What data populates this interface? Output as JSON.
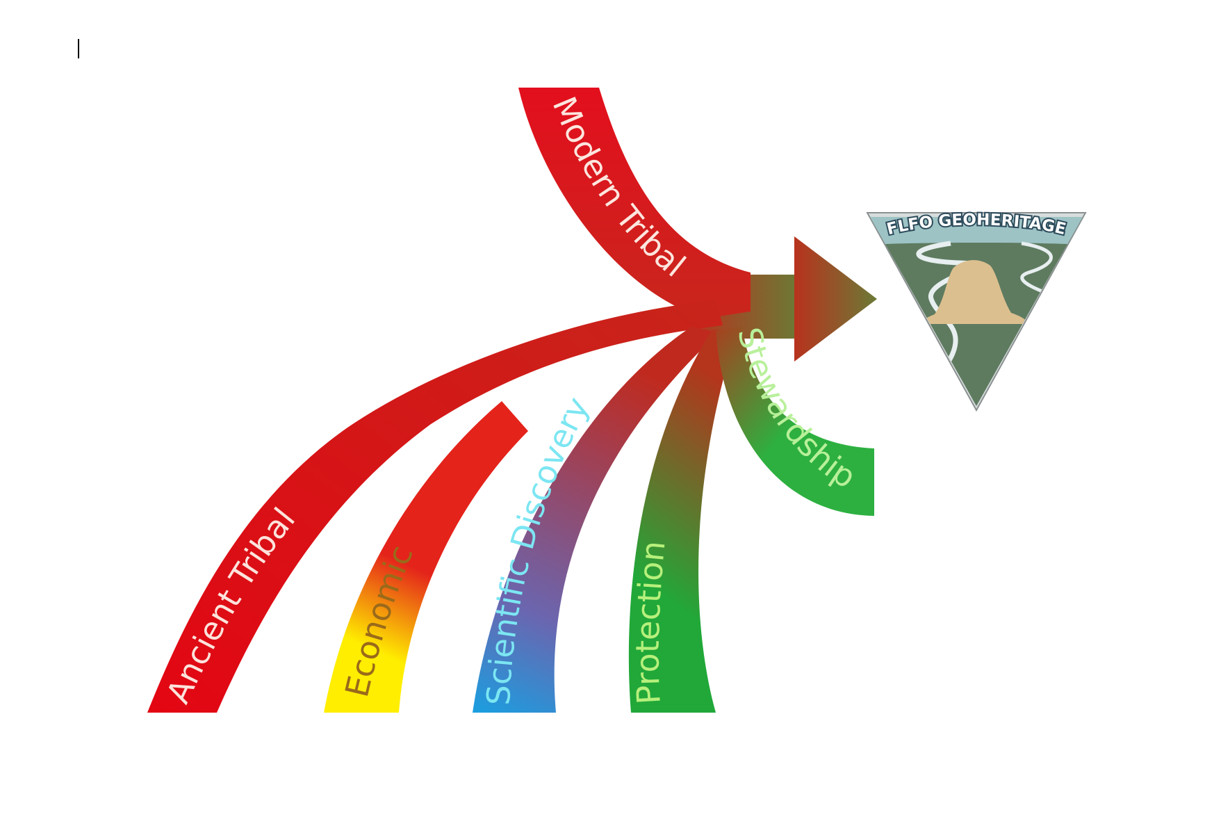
{
  "diagram": {
    "streams": [
      {
        "id": "modern-tribal",
        "label": "Modern Tribal",
        "label_color": "#fde6de",
        "color_start": "#e30f1d",
        "color_end": "#c8261d"
      },
      {
        "id": "ancient-tribal",
        "label": "Ancient Tribal",
        "label_color": "#fde3dc",
        "color_start": "#e30613",
        "color_end": "#c7251b"
      },
      {
        "id": "economic",
        "label": "Economic",
        "label_color": "#9a6a1a",
        "color_start": "#ffee00",
        "color_end": "#e4231b"
      },
      {
        "id": "scientific-discovery",
        "label": "Scientific Discovery",
        "label_color": "#7ce6f2",
        "color_start": "#1a9fe0",
        "color_end": "#c02a1e"
      },
      {
        "id": "protection",
        "label": "Protection",
        "label_color": "#b7f07c",
        "color_start": "#21a839",
        "color_end": "#b5341c"
      },
      {
        "id": "stewardship",
        "label": "Stewardship",
        "label_color": "#b8f09a",
        "color_start": "#2db040",
        "color_end": "#a8401e"
      }
    ],
    "arrow": {
      "color_start": "#b8321d",
      "color_end": "#6b7a36"
    },
    "badge": {
      "title": "FLFO GEOHERITAGE",
      "icon": "geoheritage-badge-icon",
      "colors": {
        "field": "#5e7b60",
        "band": "#9ec3c5",
        "rock": "#dcbf8f",
        "river": "#e8eff0"
      }
    },
    "cursor": "text-cursor"
  }
}
